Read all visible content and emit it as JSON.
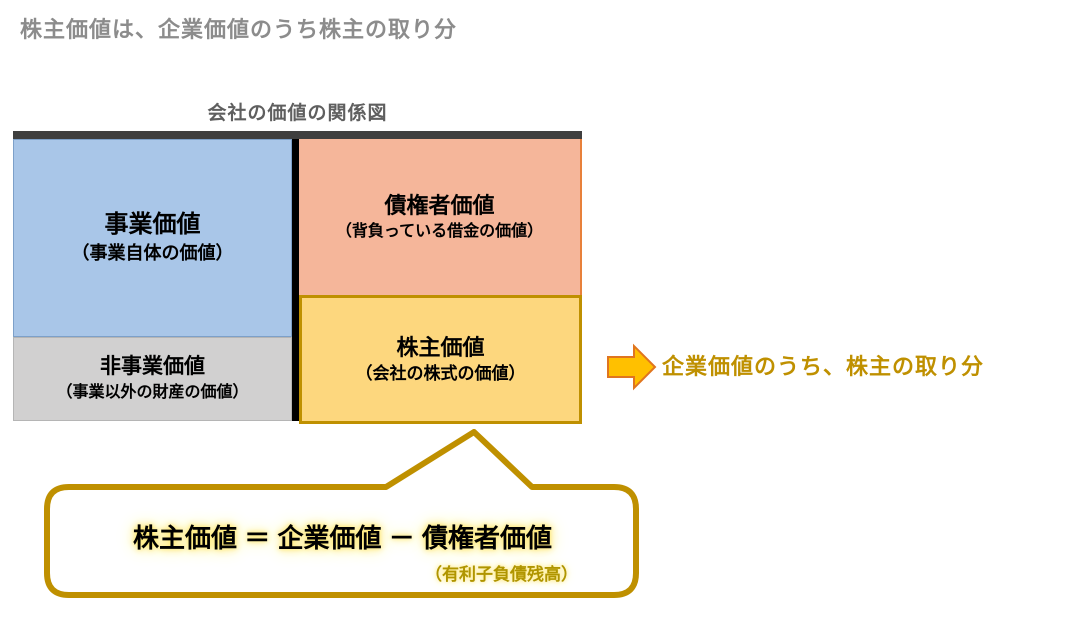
{
  "page": {
    "title": "株主価値は、企業価値のうち株主の取り分"
  },
  "diagram": {
    "title": "会社の価値の関係図",
    "top_bar_color": "#3f3f3f",
    "divider_color": "#000000",
    "boxes": {
      "business": {
        "label": "事業価値",
        "sublabel": "（事業自体の価値）",
        "fill": "#a9c6e8"
      },
      "non_business": {
        "label": "非事業価値",
        "sublabel": "（事業以外の財産の価値）",
        "fill": "#d1d0d0"
      },
      "creditor": {
        "label": "債権者価値",
        "sublabel": "（背負っている借金の価値）",
        "fill": "#f5b69a"
      },
      "shareholder": {
        "label": "株主価値",
        "sublabel": "（会社の株式の価値）",
        "fill": "#fdd77e",
        "border_color": "#bf9000"
      }
    }
  },
  "annotation": {
    "arrow_icon": "right-block-arrow",
    "arrow_fill": "#ffc000",
    "arrow_stroke": "#e0751f",
    "text": "企業価値のうち、株主の取り分",
    "text_color": "#bf9000"
  },
  "callout": {
    "formula": "株主価値 ＝ 企業価値 － 債権者価値",
    "note": "（有利子負債残高）",
    "border_color": "#bf9000",
    "fill": "#ffffff",
    "highlight_color": "#ffe97a"
  }
}
